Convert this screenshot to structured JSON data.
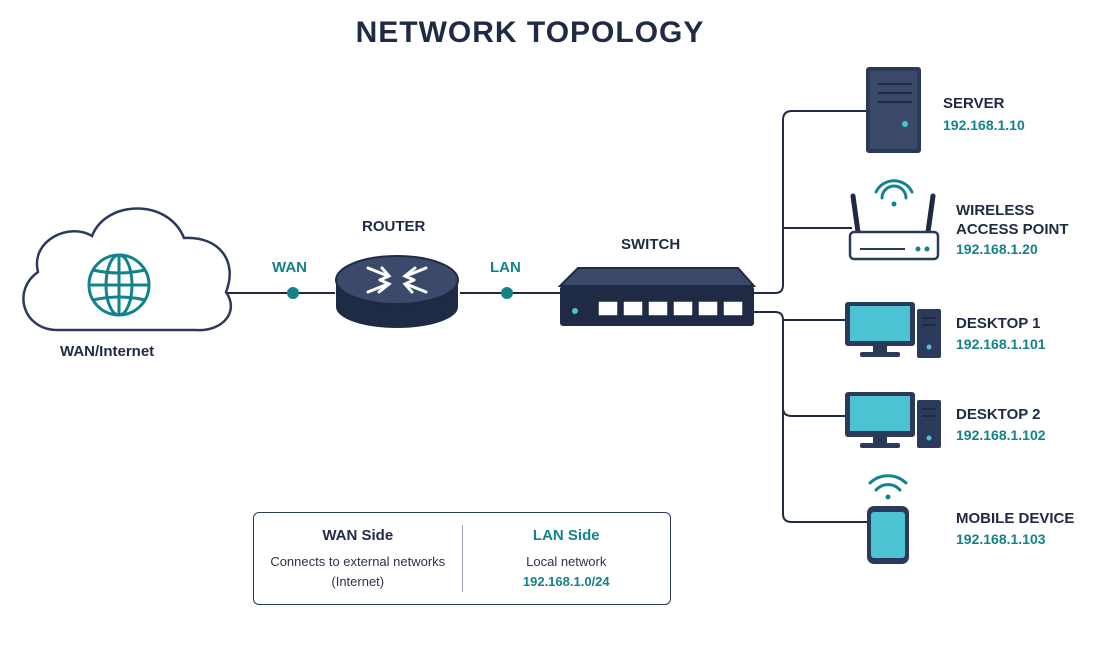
{
  "title": "NETWORK TOPOLOGY",
  "internet": {
    "label": "WAN/Internet"
  },
  "router": {
    "label": "ROUTER",
    "wan_port": "WAN",
    "lan_port": "LAN"
  },
  "switch": {
    "label": "SWITCH"
  },
  "devices": [
    {
      "name": "SERVER",
      "ip": "192.168.1.10"
    },
    {
      "name": "WIRELESS\nACCESS POINT",
      "ip": "192.168.1.20"
    },
    {
      "name": "DESKTOP 1",
      "ip": "192.168.1.101"
    },
    {
      "name": "DESKTOP 2",
      "ip": "192.168.1.102"
    },
    {
      "name": "MOBILE DEVICE",
      "ip": "192.168.1.103"
    }
  ],
  "legend": {
    "wan": {
      "heading": "WAN Side",
      "line1": "Connects to external networks",
      "line2": "(Internet)"
    },
    "lan": {
      "heading": "LAN Side",
      "line1": "Local network",
      "line2": "192.168.1.0/24"
    }
  },
  "colors": {
    "navy": "#2b3a5a",
    "teal": "#13828a",
    "screen": "#4cc3d3"
  }
}
